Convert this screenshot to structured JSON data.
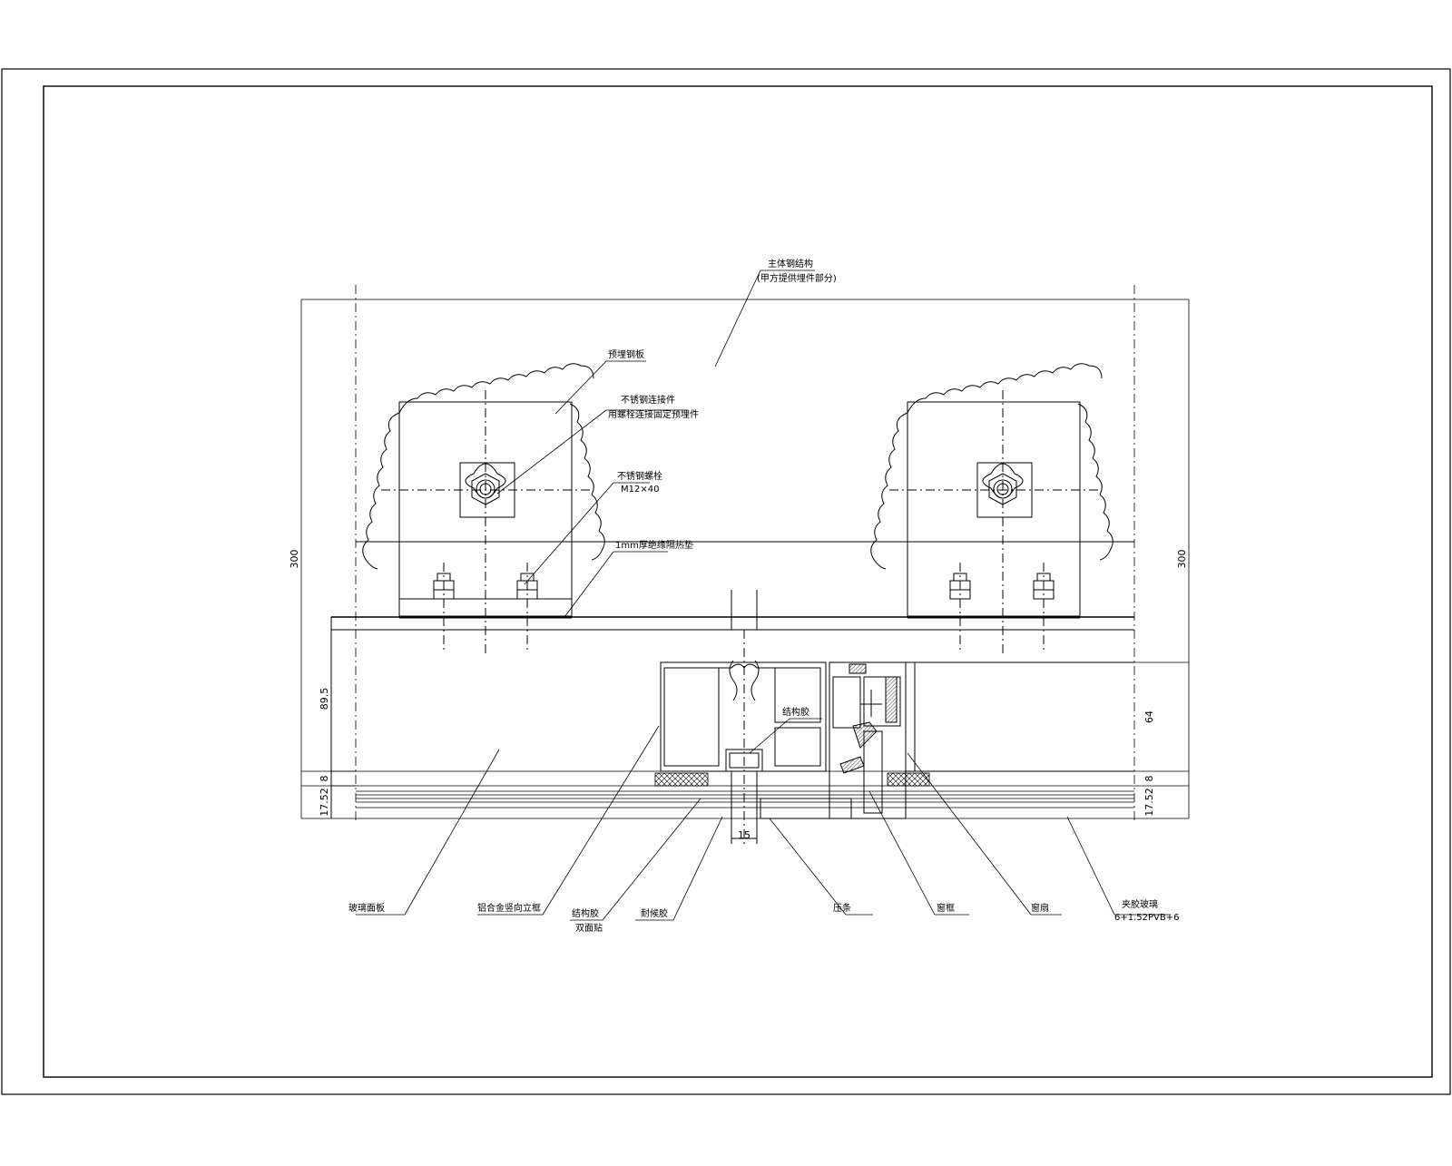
{
  "drawing": {
    "dimensions": {
      "overall_height": "300",
      "mullion_depth": "89.5",
      "gasket_thickness": "8",
      "glass_thickness": "17.52",
      "vent_depth": "64",
      "mullion_width": "15"
    },
    "labels": {
      "main_structure": [
        "主体钢结构",
        "(甲方提供埋件部分)"
      ],
      "embed_plate": "预埋钢板",
      "stainless_bolt": [
        "不锈钢连接件",
        "用螺栓连接固定预埋件"
      ],
      "stainless_nut": [
        "不锈钢螺栓",
        "M12×40"
      ],
      "insulation_pad": "1mm厚绝缘隔热垫",
      "glass_panel": "玻璃面板",
      "aluminum_mullion": "铝合金竖向立框",
      "structural_sealant": "结构胶",
      "sealant_tape": [
        "结构胶",
        "双面贴"
      ],
      "weather_sealant": "耐候胶",
      "pressure_cap": "压条",
      "vent_frame": "窗框",
      "vent_sash": "窗扇",
      "glazing": [
        "夹胶玻璃",
        "6+1.52PVB+6"
      ]
    }
  }
}
